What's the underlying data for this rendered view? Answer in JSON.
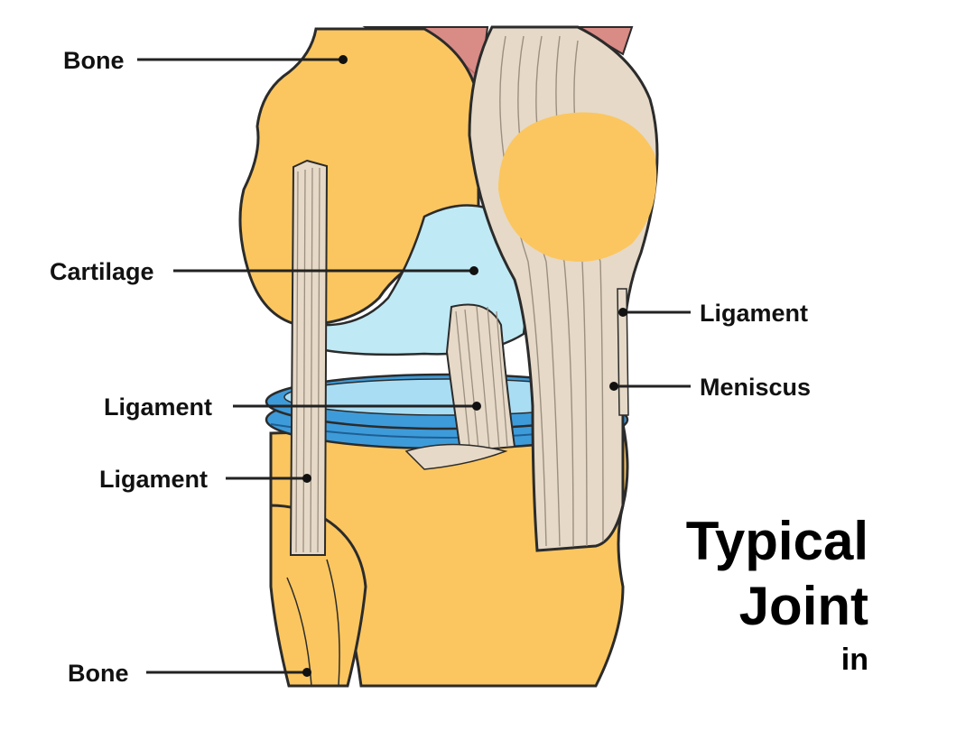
{
  "labels": {
    "bone_top": "Bone",
    "cartilage": "Cartilage",
    "ligament_right": "Ligament",
    "meniscus": "Meniscus",
    "ligament_mid": "Ligament",
    "ligament_left": "Ligament",
    "bone_bottom": "Bone"
  },
  "title": {
    "line1": "Typical",
    "line2": "Joint",
    "line3": "in"
  },
  "colors": {
    "bone": "#FBC65F",
    "bone_outline": "#2B2B2B",
    "cartilage": "#BFEAF5",
    "meniscus": "#3E9BD9",
    "meniscus_light": "#A9DDF3",
    "ligament": "#E6D9C7",
    "muscle": "#D98B86"
  }
}
